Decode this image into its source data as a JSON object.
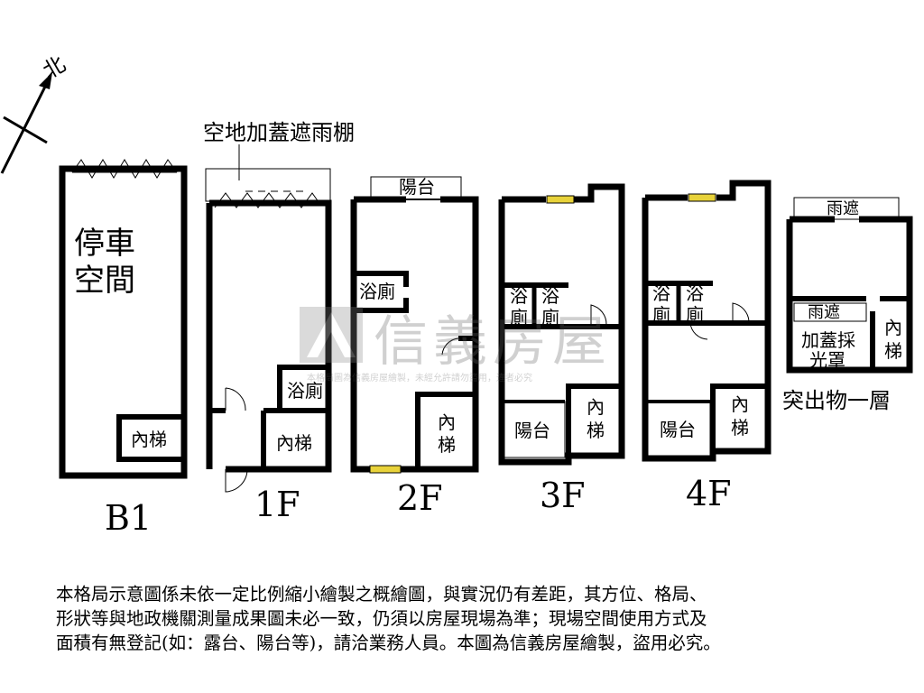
{
  "compass": {
    "label": "北"
  },
  "annotation": {
    "canopy": "空地加蓋遮雨棚"
  },
  "floors": {
    "b1": {
      "label": "B1",
      "parking": [
        "停車",
        "空間"
      ],
      "stair": "內梯"
    },
    "f1": {
      "label": "1F",
      "toilet": "浴廁",
      "stair": "內梯"
    },
    "f2": {
      "label": "2F",
      "balcony": "陽台",
      "toilet": "浴廁",
      "stair": [
        "內",
        "梯"
      ]
    },
    "f3": {
      "label": "3F",
      "toilet_a": [
        "浴",
        "廁"
      ],
      "toilet_b": [
        "浴",
        "廁"
      ],
      "balcony": "陽台",
      "stair": [
        "內",
        "梯"
      ]
    },
    "f4": {
      "label": "4F",
      "toilet_a": [
        "浴",
        "廁"
      ],
      "toilet_b": [
        "浴",
        "廁"
      ],
      "balcony": "陽台",
      "stair": [
        "內",
        "梯"
      ]
    },
    "roof": {
      "label": "突出物一層",
      "canopy_top": "雨遮",
      "canopy_mid": "雨遮",
      "skylight": [
        "加蓋採",
        "光罩"
      ],
      "stair": [
        "內",
        "梯"
      ]
    }
  },
  "watermark": {
    "brand": "信義房屋",
    "note": "本格局圖為信義房屋繪製，未經允許請勿盜用，違者必究"
  },
  "disclaimer": [
    "本格局示意圖係未依一定比例縮小繪製之概繪圖，與實況仍有差距，其方位、格局、",
    "形狀等與地政機關測量成果圖未必一致，仍須以房屋現場為準；現場空間使用方式及",
    "面積有無登記(如：露台、陽台等)，請洽業務人員。本圖為信義房屋繪製，盜用必究。"
  ]
}
